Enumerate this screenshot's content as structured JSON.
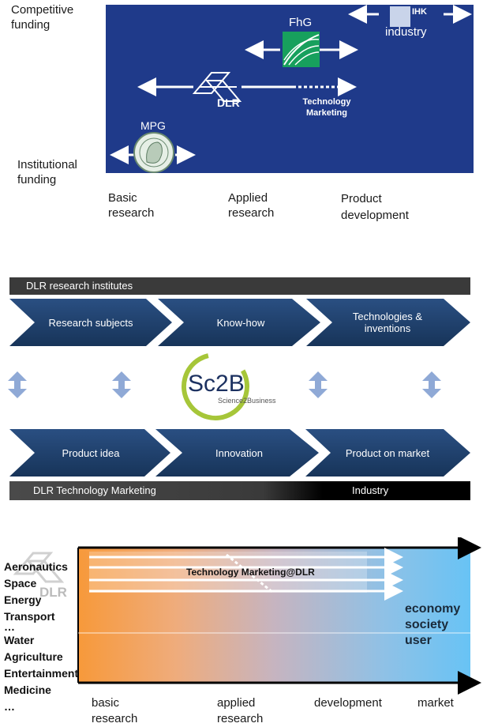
{
  "colors": {
    "panel_blue": "#1f3a8a",
    "chevron_blue": "#1e3f6e",
    "bar_dark": "#3a3a3a",
    "orange": "#f7993a",
    "light_blue": "#68c3f5",
    "logo_green": "#a6c639"
  },
  "section1": {
    "y_top": "Competitive\nfunding",
    "y_bottom": "Institutional\nfunding",
    "x_labels": [
      "Basic\nresearch",
      "Applied\nresearch",
      "Product\ndevelopment"
    ],
    "fhg": "FhG",
    "ihk": "IHK",
    "industry": "industry",
    "dlr": "DLR",
    "tech_marketing": "Technology\nMarketing",
    "mpg": "MPG"
  },
  "section2": {
    "top_bar": "DLR research institutes",
    "top_chevrons": [
      "Research subjects",
      "Know-how",
      "Technologies &\ninventions"
    ],
    "logo_main": "Sc2B",
    "logo_sub": "Science2Business",
    "bottom_chevrons": [
      "Product idea",
      "Innovation",
      "Product on market"
    ],
    "bottom_bar_left": "DLR Technology Marketing",
    "bottom_bar_right": "Industry"
  },
  "section3": {
    "title": "Technology Marketing@DLR",
    "watermark": "DLR",
    "industries": [
      "Aeronautics",
      "Space",
      "Energy",
      "Transport",
      "…",
      "Water",
      "Agriculture",
      "Entertainment",
      "Medicine",
      "…"
    ],
    "right_words": [
      "economy",
      "society",
      "user"
    ],
    "x_labels": [
      "basic\nresearch",
      "applied\nresearch",
      "development",
      "market"
    ]
  }
}
